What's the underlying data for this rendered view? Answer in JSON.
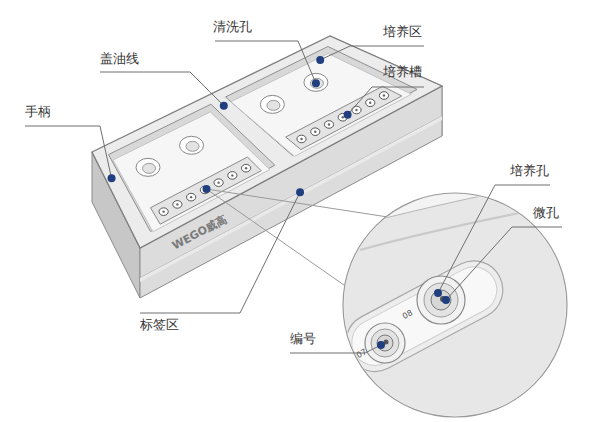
{
  "diagram": {
    "labels": [
      "清洗孔",
      "培养区",
      "盖油线",
      "培养槽",
      "手柄",
      "培养孔",
      "微孔",
      "编号",
      "标签区",
      "WEGO威高",
      "07",
      "08"
    ]
  }
}
